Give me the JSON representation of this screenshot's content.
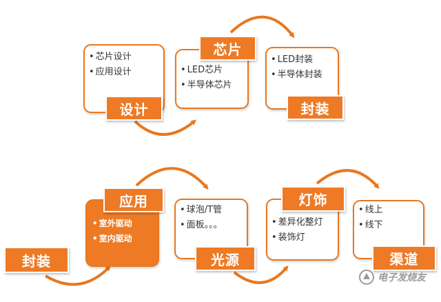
{
  "top": {
    "design": {
      "label": "设计",
      "items": [
        "芯片设计",
        "应用设计"
      ]
    },
    "chip": {
      "label": "芯片",
      "items": [
        "LED芯片",
        "半导体芯片"
      ]
    },
    "package": {
      "label": "封装",
      "items": [
        "LED封装",
        "半导体封装"
      ]
    }
  },
  "bottom": {
    "package_label": "封装",
    "application": {
      "label": "应用",
      "items": [
        "室外驱动",
        "室内驱动"
      ]
    },
    "light_source": {
      "label": "光源",
      "items": [
        "球泡/T管",
        "面板。。。"
      ]
    },
    "lighting": {
      "label": "灯饰",
      "items": [
        "差异化整灯",
        "装饰灯"
      ]
    },
    "channel": {
      "label": "渠道",
      "items": [
        "线上",
        "线下"
      ]
    }
  },
  "watermark": "电子发烧友",
  "colors": {
    "accent": "#ee7a25",
    "border": "#e8771f",
    "text": "#333333"
  }
}
